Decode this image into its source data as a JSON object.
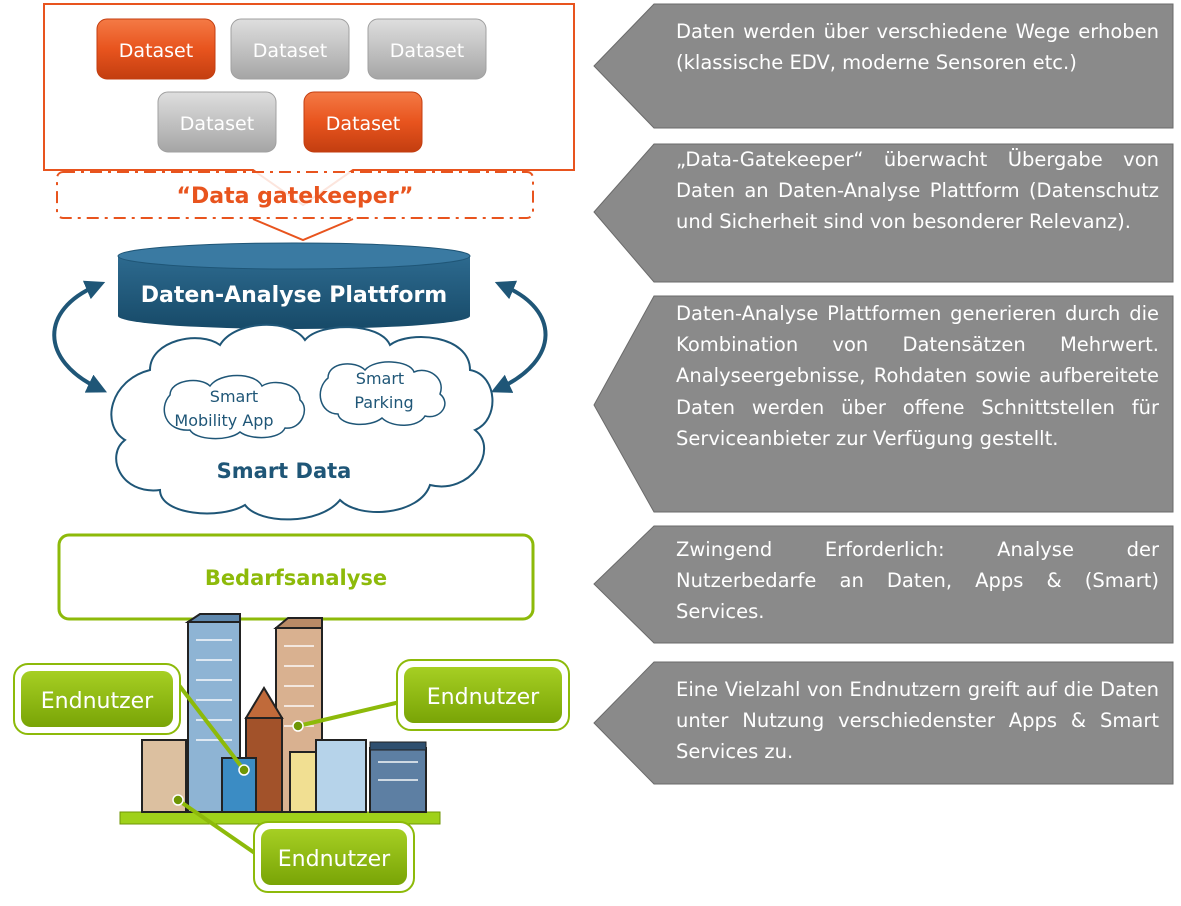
{
  "top_datasets": [
    {
      "label": "Dataset",
      "color": "orange"
    },
    {
      "label": "Dataset",
      "color": "gray"
    },
    {
      "label": "Dataset",
      "color": "gray"
    },
    {
      "label": "Dataset",
      "color": "gray"
    },
    {
      "label": "Dataset",
      "color": "orange"
    }
  ],
  "gatekeeper": "“Data gatekeeper”",
  "platform": "Daten-Analyse Plattform",
  "cloud": {
    "title": "Smart Data",
    "app1": [
      "Smart",
      "Mobility App"
    ],
    "app2": [
      "Smart",
      "Parking"
    ]
  },
  "demand": "Bedarfsanalyse",
  "endusers": [
    "Endnutzer",
    "Endnutzer",
    "Endnutzer"
  ],
  "panels": [
    "Daten werden über verschiedene Wege erhoben (klassische EDV, moderne Sensoren etc.)",
    "„Data-Gatekeeper“ überwacht Übergabe von Daten an Daten-Analyse Plattform (Datenschutz und Sicherheit sind von besonderer Relevanz).",
    "Daten-Analyse Plattformen generieren durch die Kombination von Datensätzen Mehrwert. Analyseergebnisse, Rohdaten sowie aufbereitete Daten werden über offene Schnittstellen für Serviceanbieter zur Verfügung gestellt.",
    "Zwingend Erforderlich: Analyse der Nutzerbedarfe an Daten, Apps & (Smart) Services.",
    "Eine Vielzahl von Endnutzern greift auf die Daten unter Nutzung verschiedenster Apps & Smart Services zu."
  ],
  "colors": {
    "orange": "#e8541e",
    "orange_dark": "#c33e10",
    "gray_box": "#b5b5b5",
    "navy": "#1f5677",
    "navy_light": "#2f6d93",
    "lime": "#8dba0a",
    "lime_dark": "#6f9605",
    "panel_gray": "#8a8a8a"
  }
}
